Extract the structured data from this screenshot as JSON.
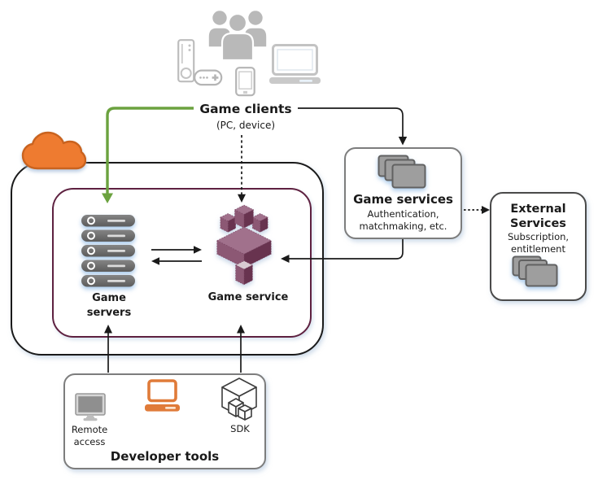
{
  "colors": {
    "line": "#1a1a1a",
    "green": "#6ba23f",
    "maroon": "#5e2140",
    "box-border": "#7d7d7d",
    "external-border": "#4a4a4a",
    "cloud-fill": "#ee7b30",
    "cloud-stroke": "#c9631f",
    "orange": "#e07b39",
    "gray-icon": "#9e9e9e",
    "gray-icon-dark": "#616161",
    "gray-light": "#bdbdbd",
    "server-fill": "#6e6e6e",
    "plum-top": "#a1718c",
    "plum-left": "#8c5874",
    "plum-right": "#68334f",
    "plum-pale": "#d8cbd2"
  },
  "clients": {
    "title": "Game clients",
    "subtitle": "(PC, device)",
    "icons": [
      "people-group",
      "game-console",
      "gamepad",
      "smartphone",
      "laptop"
    ]
  },
  "aws_cloud": {
    "servers_label": "Game servers",
    "service_label": "Game service"
  },
  "game_services_box": {
    "title": "Game services",
    "subtitle": "Authentication, matchmaking, etc."
  },
  "external_services_box": {
    "title": "External Services",
    "subtitle": "Subscription, entitlement"
  },
  "developer_tools_box": {
    "title": "Developer tools",
    "remote_access_label": "Remote access",
    "sdk_label": "SDK"
  }
}
